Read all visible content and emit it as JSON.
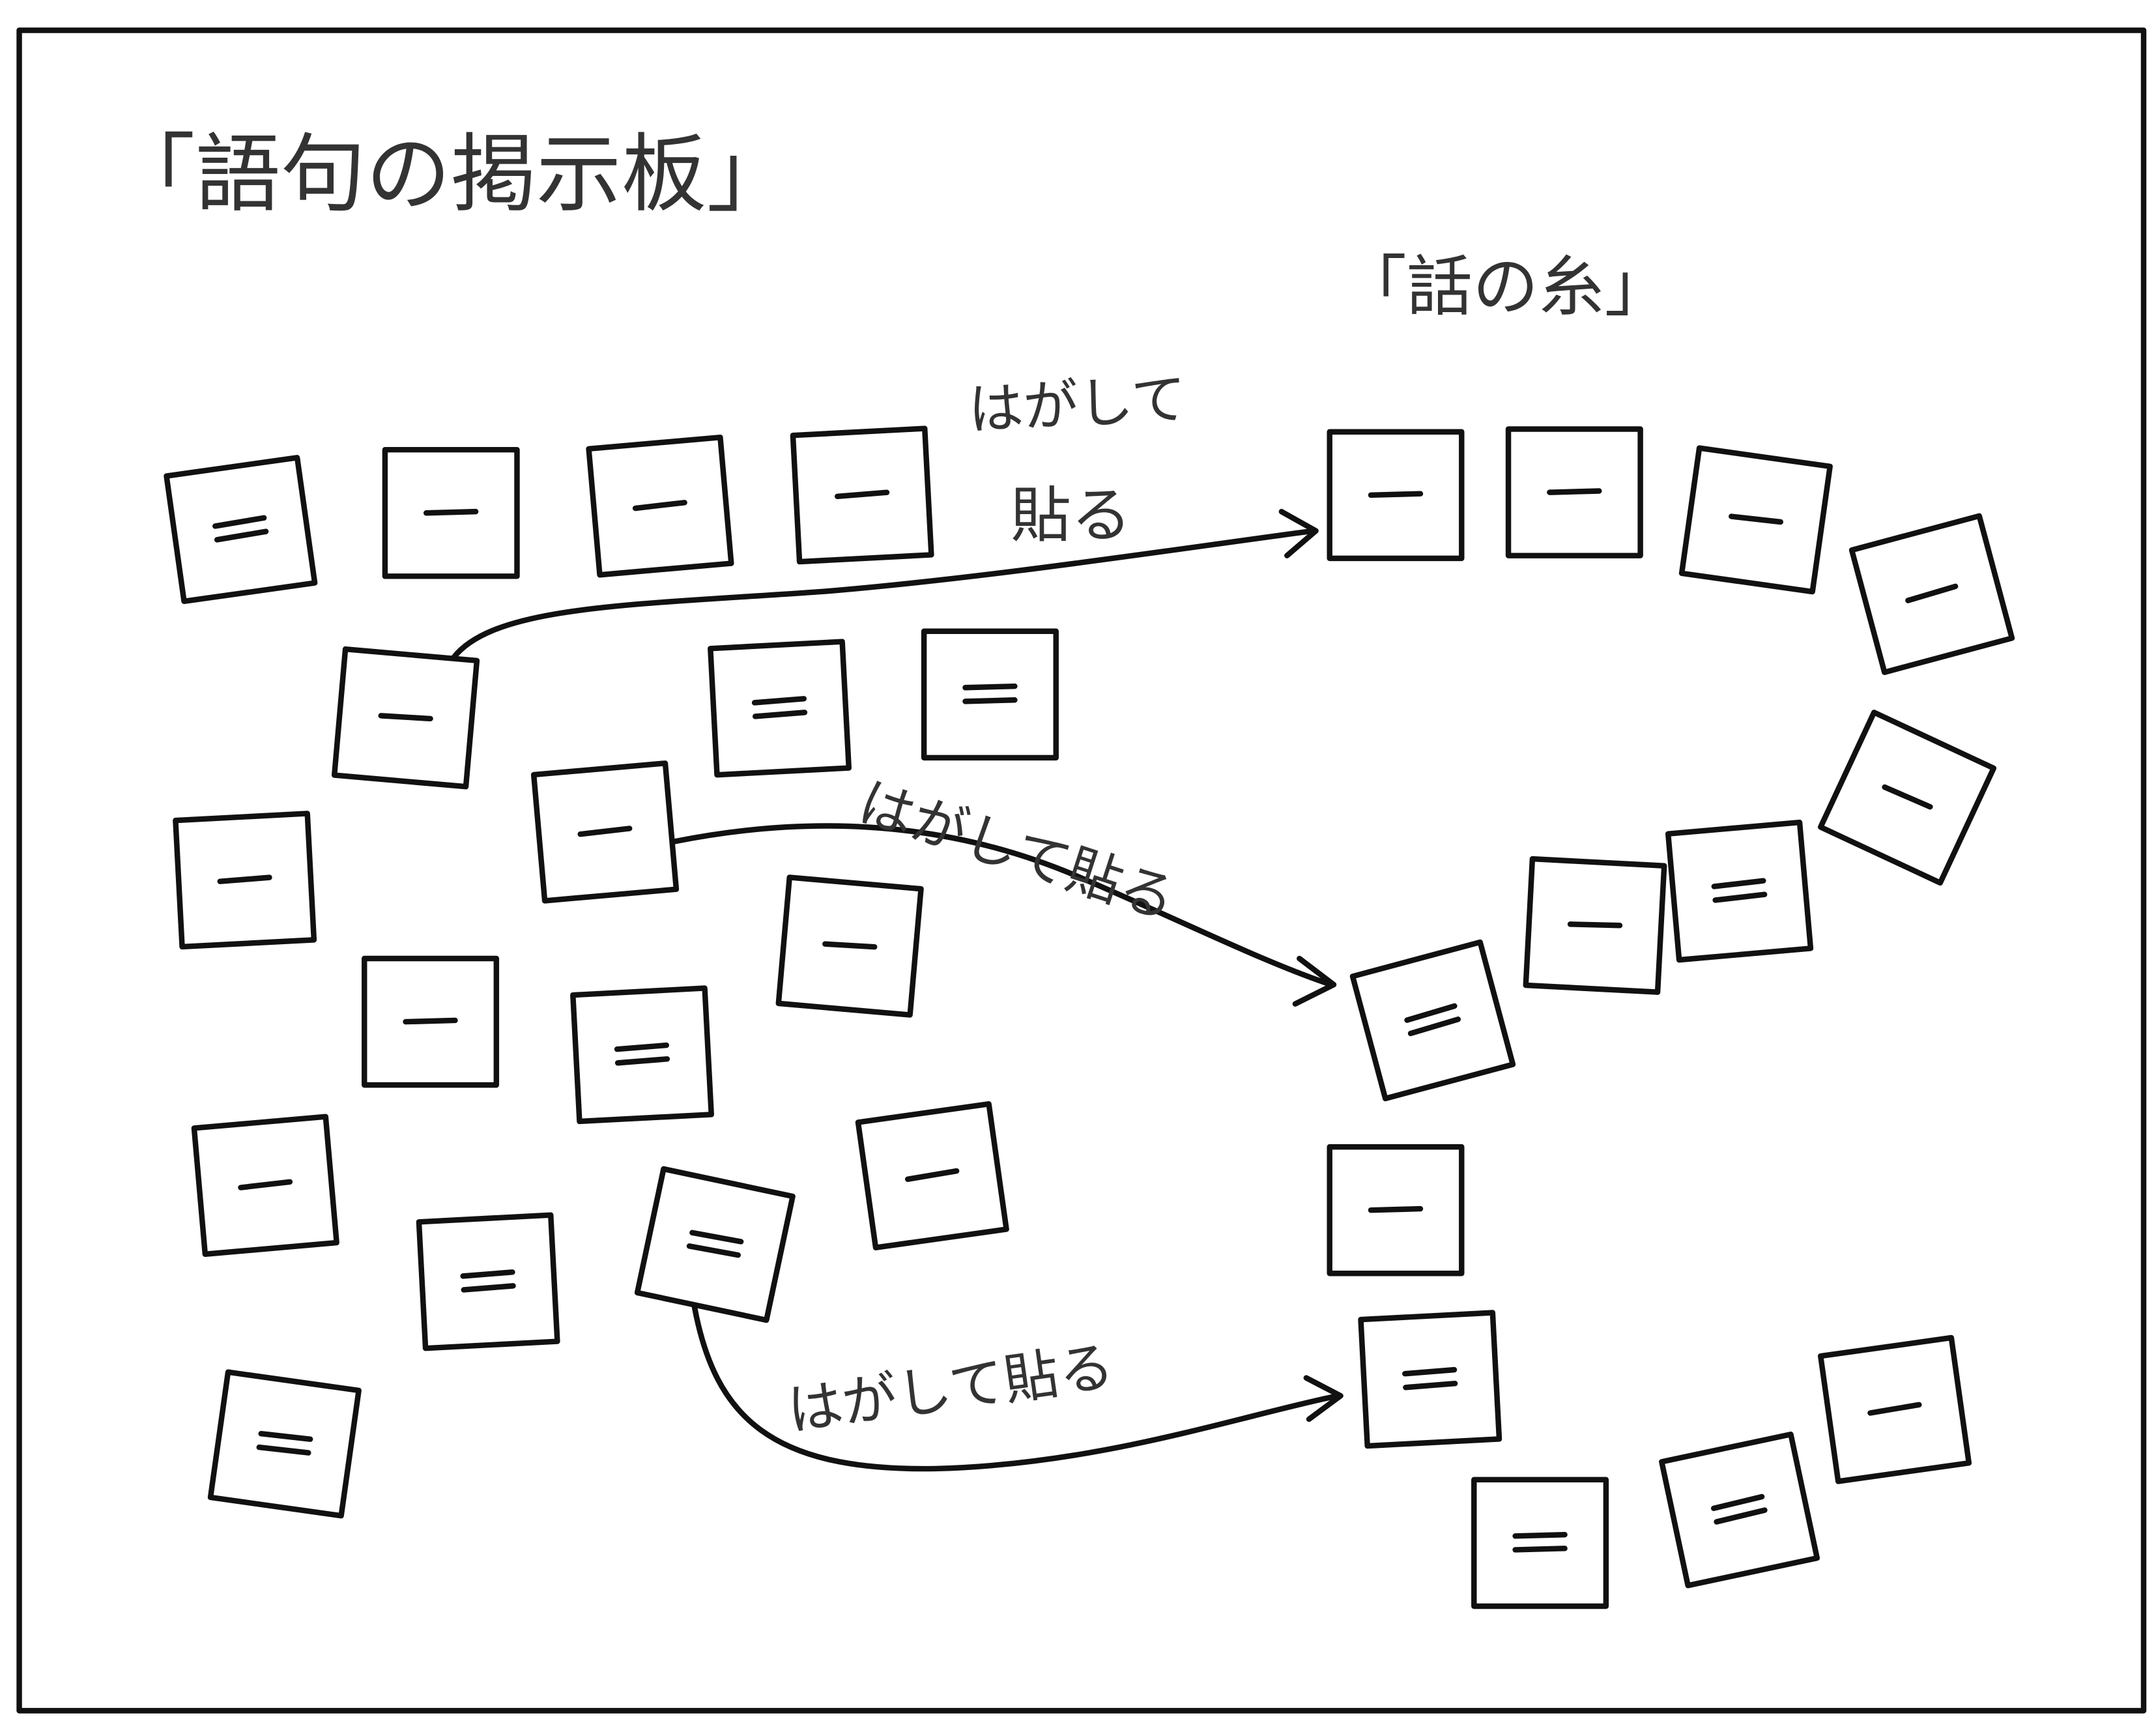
{
  "title_board": "「語句の掲示板」",
  "title_thread": "「話の糸」",
  "arrows": [
    {
      "label_line1": "はがして",
      "label_line2": "貼る"
    },
    {
      "label": "はがして貼る"
    },
    {
      "label": "はがして貼る"
    }
  ],
  "board_cards": [
    "double",
    "single",
    "single",
    "single",
    "single",
    "double",
    "double",
    "single",
    "single",
    "single",
    "single",
    "double",
    "single",
    "double",
    "double",
    "single",
    "double"
  ],
  "thread_cards": [
    "single",
    "single",
    "single",
    "single",
    "single",
    "double",
    "single",
    "double",
    "single",
    "double",
    "double",
    "double",
    "single"
  ]
}
